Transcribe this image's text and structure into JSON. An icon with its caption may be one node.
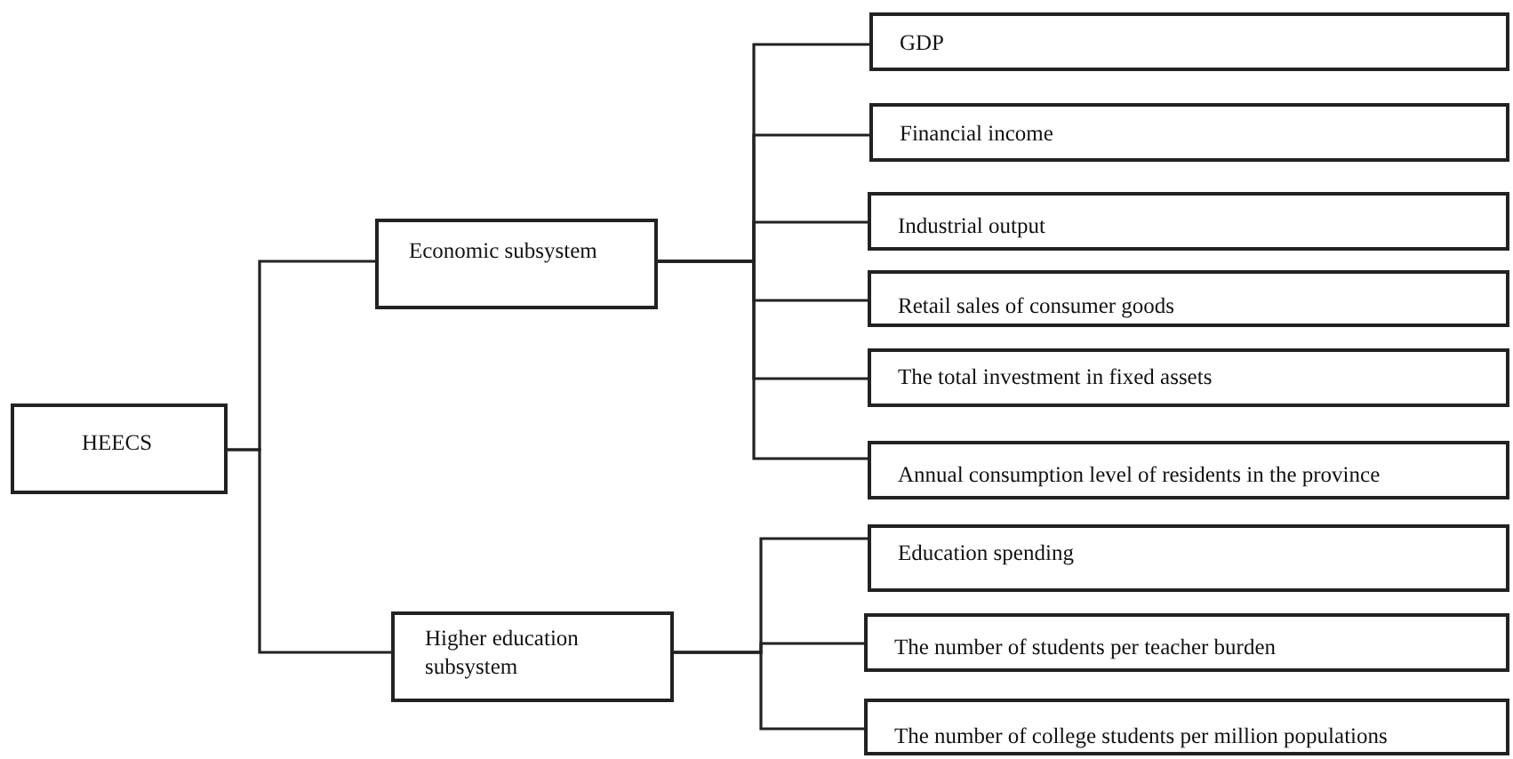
{
  "diagram": {
    "nodes": [
      {
        "text": [
          "HEECS"
        ]
      },
      {
        "text": [
          "Economic subsystem"
        ]
      },
      {
        "text": [
          "Higher education subsystem"
        ]
      },
      {
        "text": [
          "GDP"
        ]
      },
      {
        "text": [
          "Financial income"
        ]
      },
      {
        "text": [
          "Industrial output"
        ]
      },
      {
        "text": [
          "Retail sales of consumer goods"
        ]
      },
      {
        "text": [
          "The total investment in fixed assets"
        ]
      },
      {
        "text": [
          "Annual consumption level of residents in the province"
        ]
      },
      {
        "text": [
          "Education spending"
        ]
      },
      {
        "text": [
          "The number of students per teacher burden"
        ]
      },
      {
        "text": [
          "The number of college students per million populations"
        ]
      }
    ],
    "edges": [
      {
        "from": 0,
        "to": 1,
        "arrow": "none"
      },
      {
        "from": 0,
        "to": 2,
        "arrow": "none"
      },
      {
        "from": 1,
        "to": 3,
        "arrow": "none"
      },
      {
        "from": 1,
        "to": 4,
        "arrow": "none"
      },
      {
        "from": 1,
        "to": 5,
        "arrow": "none"
      },
      {
        "from": 1,
        "to": 6,
        "arrow": "none"
      },
      {
        "from": 1,
        "to": 7,
        "arrow": "none"
      },
      {
        "from": 1,
        "to": 8,
        "arrow": "none"
      },
      {
        "from": 2,
        "to": 9,
        "arrow": "none"
      },
      {
        "from": 2,
        "to": 10,
        "arrow": "none"
      },
      {
        "from": 2,
        "to": 11,
        "arrow": "none"
      }
    ]
  }
}
